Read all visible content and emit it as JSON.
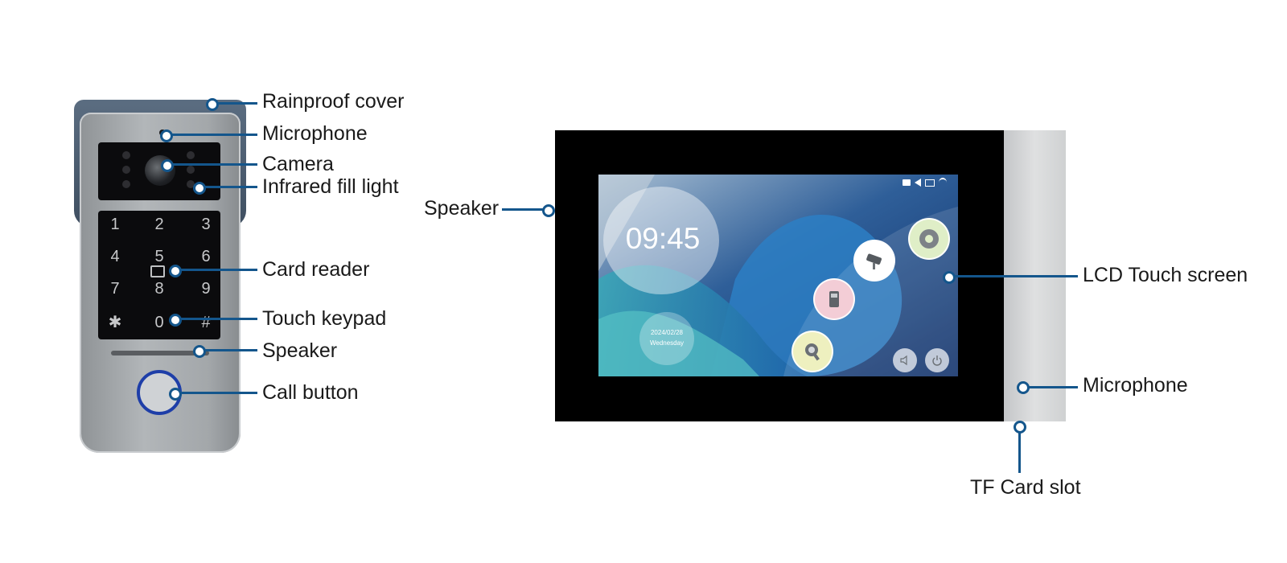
{
  "doorbell": {
    "labels": {
      "rainproof_cover": "Rainproof cover",
      "microphone": "Microphone",
      "camera": "Camera",
      "infrared_fill_light": "Infrared fill light",
      "card_reader": "Card reader",
      "touch_keypad": "Touch keypad",
      "speaker": "Speaker",
      "call_button": "Call button"
    },
    "keys": [
      "1",
      "2",
      "3",
      "4",
      "5",
      "6",
      "7",
      "8",
      "9",
      "✱",
      "0",
      "#"
    ]
  },
  "monitor": {
    "labels": {
      "speaker": "Speaker",
      "lcd_touch_screen": "LCD Touch screen",
      "microphone": "Microphone",
      "tf_card_slot": "TF Card slot"
    },
    "screen": {
      "time": "09:45",
      "date": "2024/02/28",
      "weekday": "Wednesday",
      "app_icons": [
        "settings-icon",
        "security-camera-icon",
        "intercom-icon",
        "visitor-icon"
      ],
      "status_icons": [
        "card-icon",
        "volume-icon",
        "monitor-icon",
        "wifi-icon"
      ]
    }
  },
  "colors": {
    "callout": "#14568c",
    "call_ring": "#1e3ea8"
  }
}
